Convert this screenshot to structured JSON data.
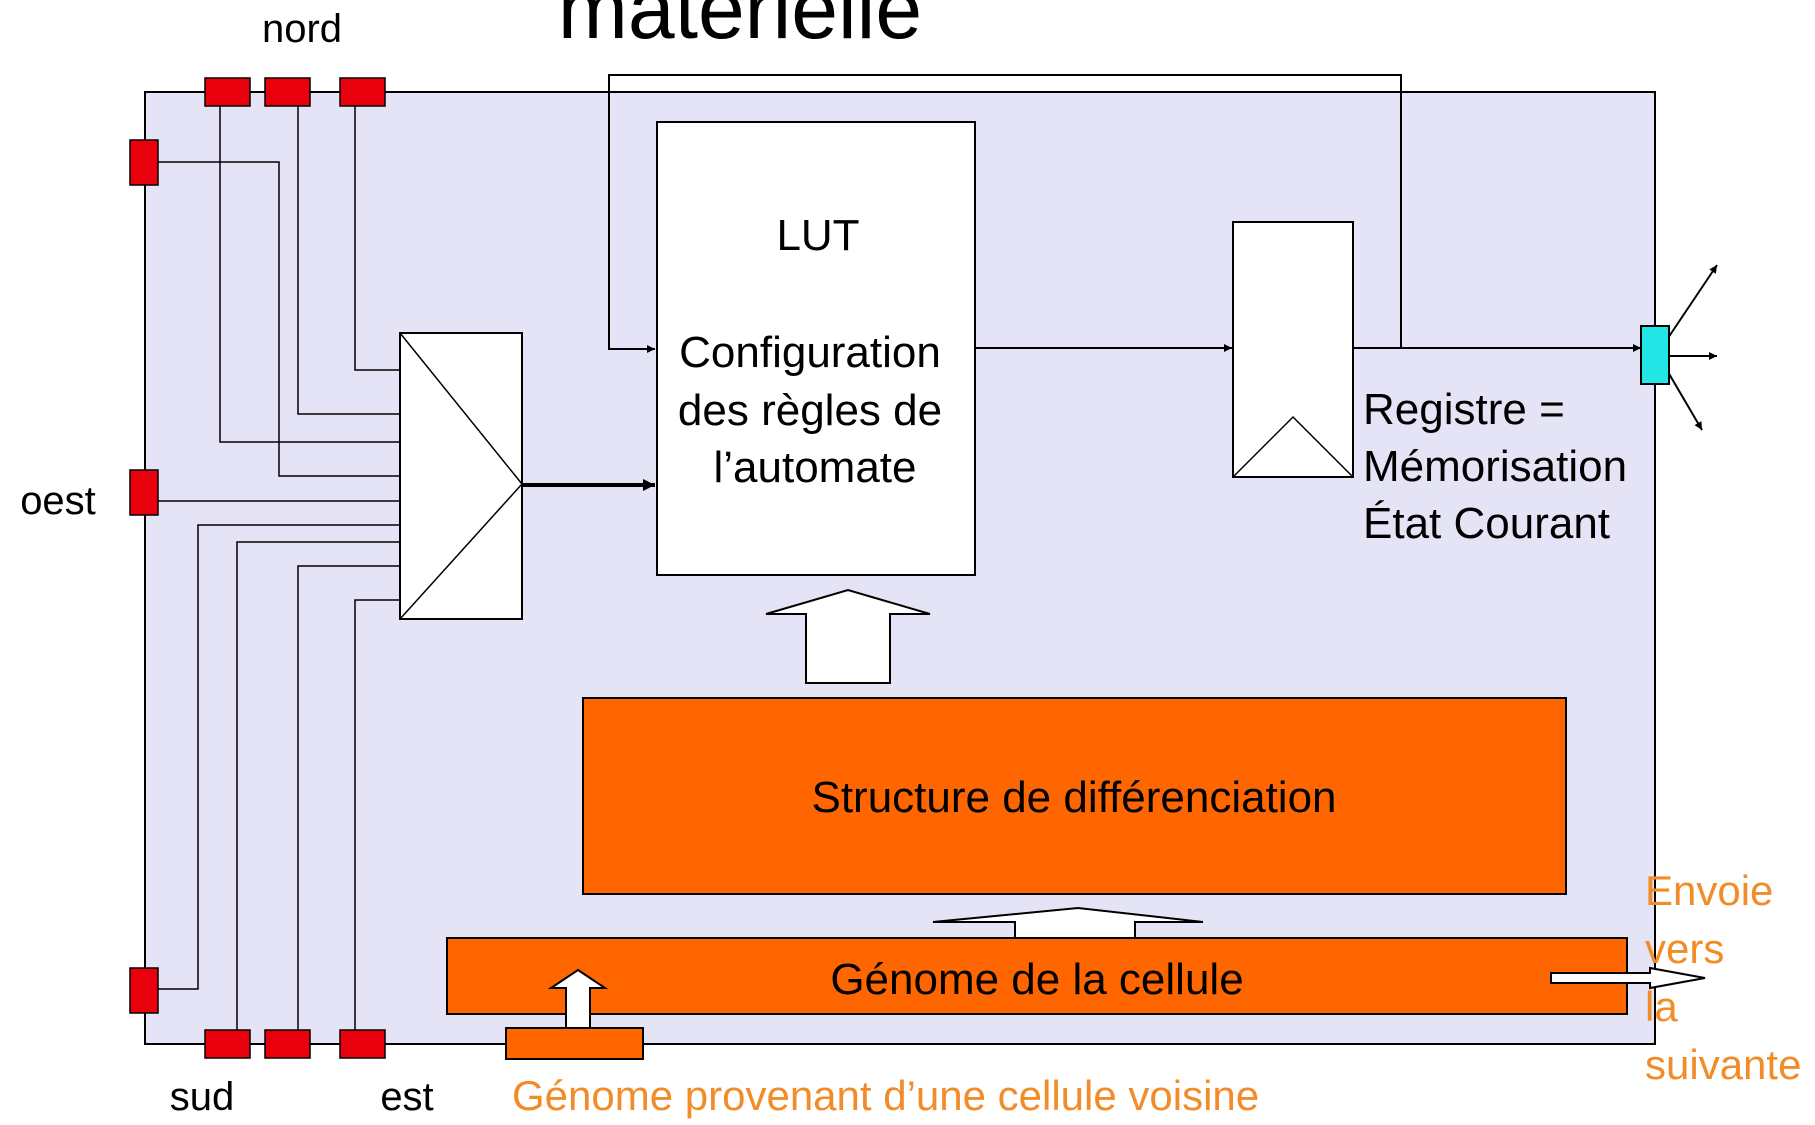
{
  "title_fragment": "matérielle",
  "port_labels": {
    "north": "nord",
    "west": "oest",
    "south": "sud",
    "east": "est"
  },
  "lut": {
    "title": "LUT",
    "body_lines": [
      "Configuration",
      "des règles de",
      "l’automate"
    ]
  },
  "register": {
    "lines": [
      "Registre =",
      "Mémorisation",
      "État Courant"
    ]
  },
  "differentiation": {
    "label": "Structure de différenciation"
  },
  "genome": {
    "label": "Génome de la cellule"
  },
  "neighbor_genome": {
    "label": "Génome provenant d’une cellule voisine"
  },
  "send_next": {
    "lines": [
      "Envoie",
      "vers",
      "la",
      "suivante"
    ]
  },
  "colors": {
    "cell_background": "#e4e4f6",
    "port": "#e8000c",
    "output_port": "#22e6e6",
    "orange_block": "#ff6600",
    "orange_text": "#f28c28"
  }
}
